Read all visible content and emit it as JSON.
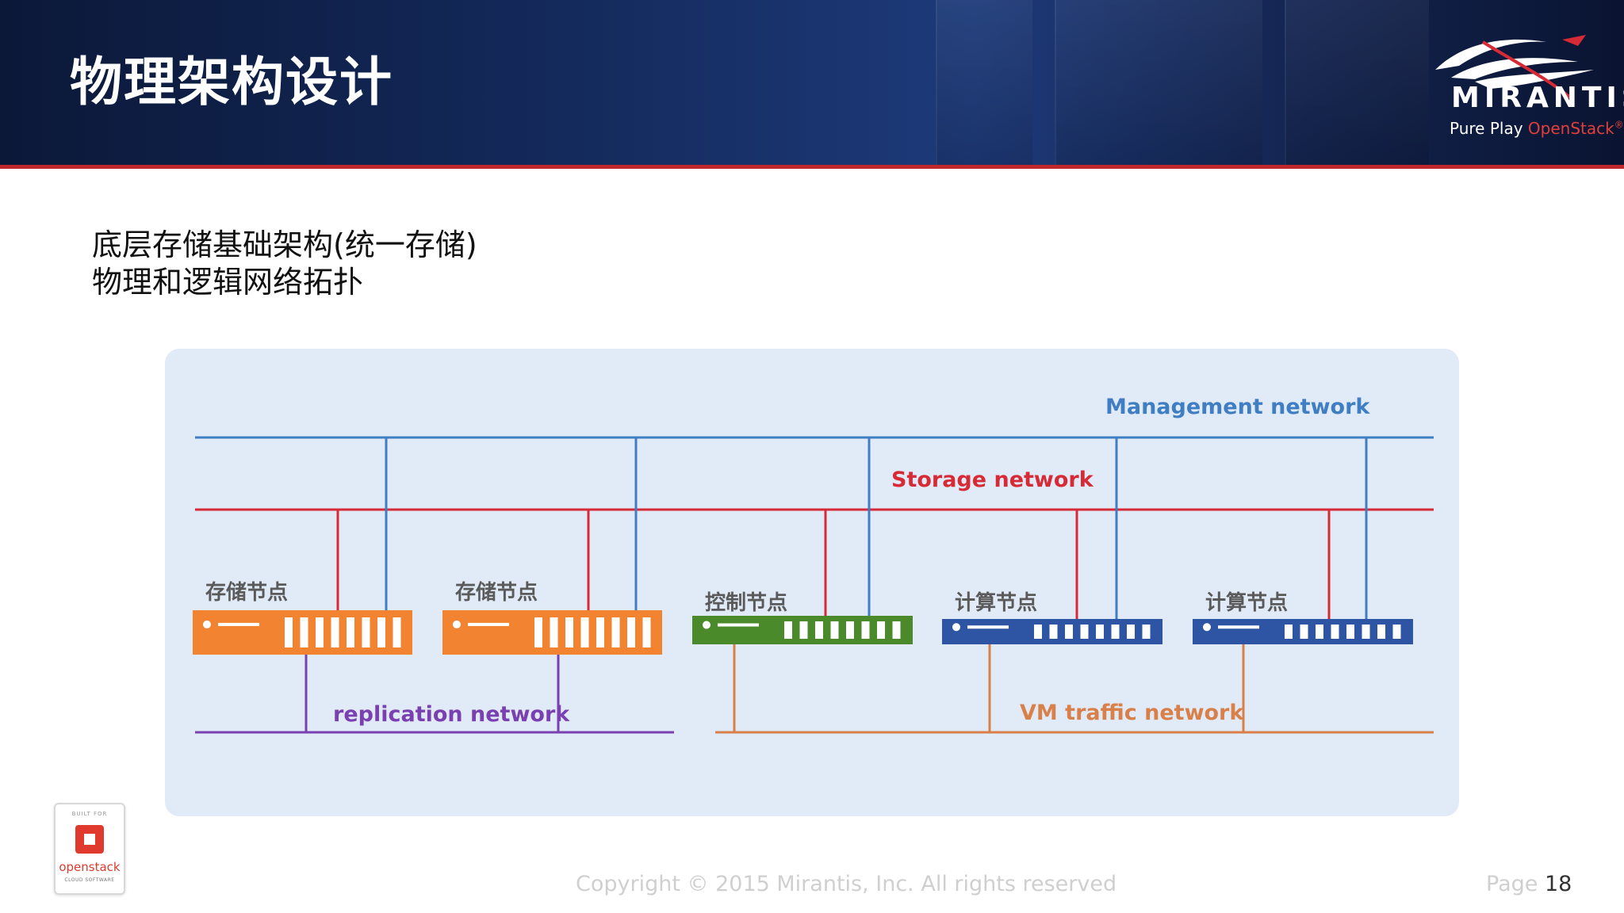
{
  "slide": {
    "title": "物理架构设计",
    "subtitle_lines": [
      "底层存储基础架构(统一存储)",
      "物理和逻辑网络拓扑"
    ]
  },
  "logo": {
    "word": "MIRANTIS",
    "tagline_pure": "Pure Play",
    "tagline_brand": "OpenStack",
    "tagline_mark": "®"
  },
  "badge": {
    "built_for": "BUILT FOR",
    "name": "openstack",
    "cloud": "CLOUD SOFTWARE"
  },
  "footer": {
    "copyright": "Copyright © 2015 Mirantis, Inc. All rights reserved",
    "page_label": "Page",
    "page_number": "18"
  },
  "colors": {
    "management": "#3f7ec2",
    "storage": "#d62b36",
    "replication": "#7a3fb0",
    "vm_traffic": "#d9804a",
    "storage_node": "#f28330",
    "control_node": "#4a8a2a",
    "compute_node": "#2e55a4"
  },
  "diagram": {
    "networks": [
      {
        "id": "management",
        "label": "Management network",
        "color": "#3f7ec2"
      },
      {
        "id": "storage",
        "label": "Storage network",
        "color": "#d62b36"
      },
      {
        "id": "replication",
        "label": "replication network",
        "color": "#7a3fb0"
      },
      {
        "id": "vm_traffic",
        "label": "VM traffic network",
        "color": "#d9804a"
      }
    ],
    "nodes": [
      {
        "label": "存储节点",
        "kind": "storage",
        "color": "#f28330",
        "links": [
          "management",
          "storage",
          "replication"
        ]
      },
      {
        "label": "存储节点",
        "kind": "storage",
        "color": "#f28330",
        "links": [
          "management",
          "storage",
          "replication"
        ]
      },
      {
        "label": "控制节点",
        "kind": "control",
        "color": "#4a8a2a",
        "links": [
          "management",
          "storage",
          "vm_traffic"
        ]
      },
      {
        "label": "计算节点",
        "kind": "compute",
        "color": "#2e55a4",
        "links": [
          "management",
          "storage",
          "vm_traffic"
        ]
      },
      {
        "label": "计算节点",
        "kind": "compute",
        "color": "#2e55a4",
        "links": [
          "management",
          "storage",
          "vm_traffic"
        ]
      }
    ]
  }
}
